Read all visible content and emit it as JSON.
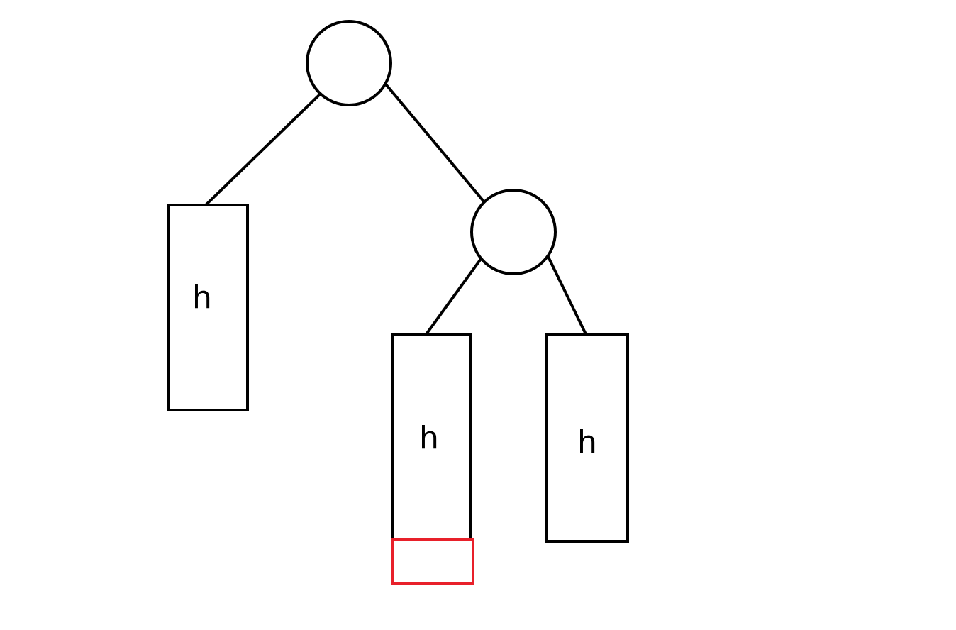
{
  "diagram": {
    "type": "binary-tree",
    "colors": {
      "stroke": "#000000",
      "background": "#ffffff",
      "highlight": "#e8202a"
    },
    "nodes": [
      {
        "id": "root",
        "shape": "circle"
      },
      {
        "id": "right-child",
        "shape": "circle"
      }
    ],
    "subtrees": [
      {
        "id": "left-subtree",
        "label": "h"
      },
      {
        "id": "right-left-subtree",
        "label": "h"
      },
      {
        "id": "right-right-subtree",
        "label": "h"
      }
    ],
    "edges": [
      {
        "from": "root",
        "to": "left-subtree"
      },
      {
        "from": "root",
        "to": "right-child"
      },
      {
        "from": "right-child",
        "to": "right-left-subtree"
      },
      {
        "from": "right-child",
        "to": "right-right-subtree"
      }
    ],
    "highlight": {
      "attached_to": "right-left-subtree",
      "shape": "rectangle"
    }
  }
}
